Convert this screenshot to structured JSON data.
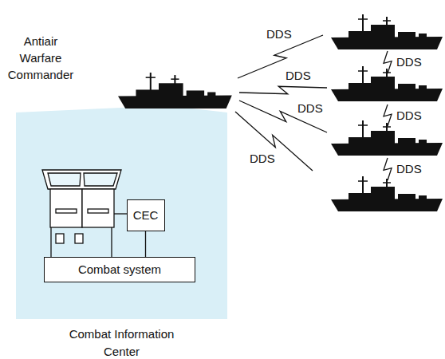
{
  "diagram": {
    "nodes": [
      {
        "text": [
          "Combat Information Center"
        ]
      },
      {
        "text": [
          "CEC"
        ],
        "in": 0
      },
      {
        "text": [
          "Combat system"
        ],
        "in": 0
      }
    ],
    "edges": [
      {
        "from": 1,
        "to": 2,
        "arrow": "none"
      }
    ],
    "labels": [
      "Antiair Warfare Commander",
      "DDS",
      "DDS",
      "DDS",
      "DDS",
      "DDS",
      "DDS",
      "DDS"
    ]
  }
}
